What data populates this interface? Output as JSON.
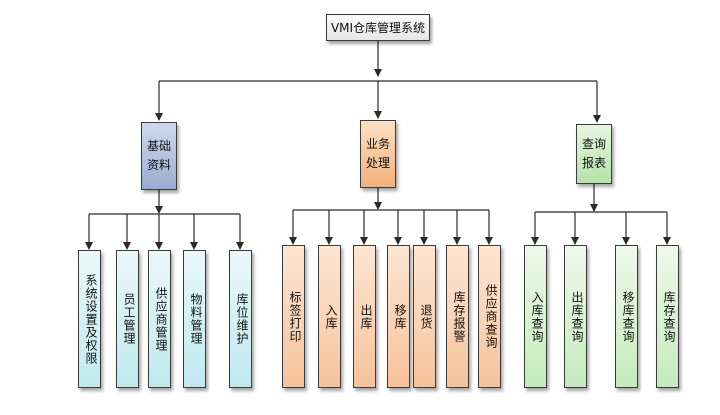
{
  "title": "VMI仓库管理系统",
  "categories": [
    {
      "label": "基础资料",
      "children": [
        "系统设置及权限",
        "员工管理",
        "供应商管理",
        "物料管理",
        "库位维护"
      ]
    },
    {
      "label": "业务处理",
      "children": [
        "标签打印",
        "入库",
        "出库",
        "移库",
        "退货",
        "库存报警",
        "供应商查询"
      ]
    },
    {
      "label": "查询报表",
      "children": [
        "入库查询",
        "出库查询",
        "移库查询",
        "库存查询"
      ]
    }
  ],
  "colors": {
    "line": "#2a2a2a"
  }
}
